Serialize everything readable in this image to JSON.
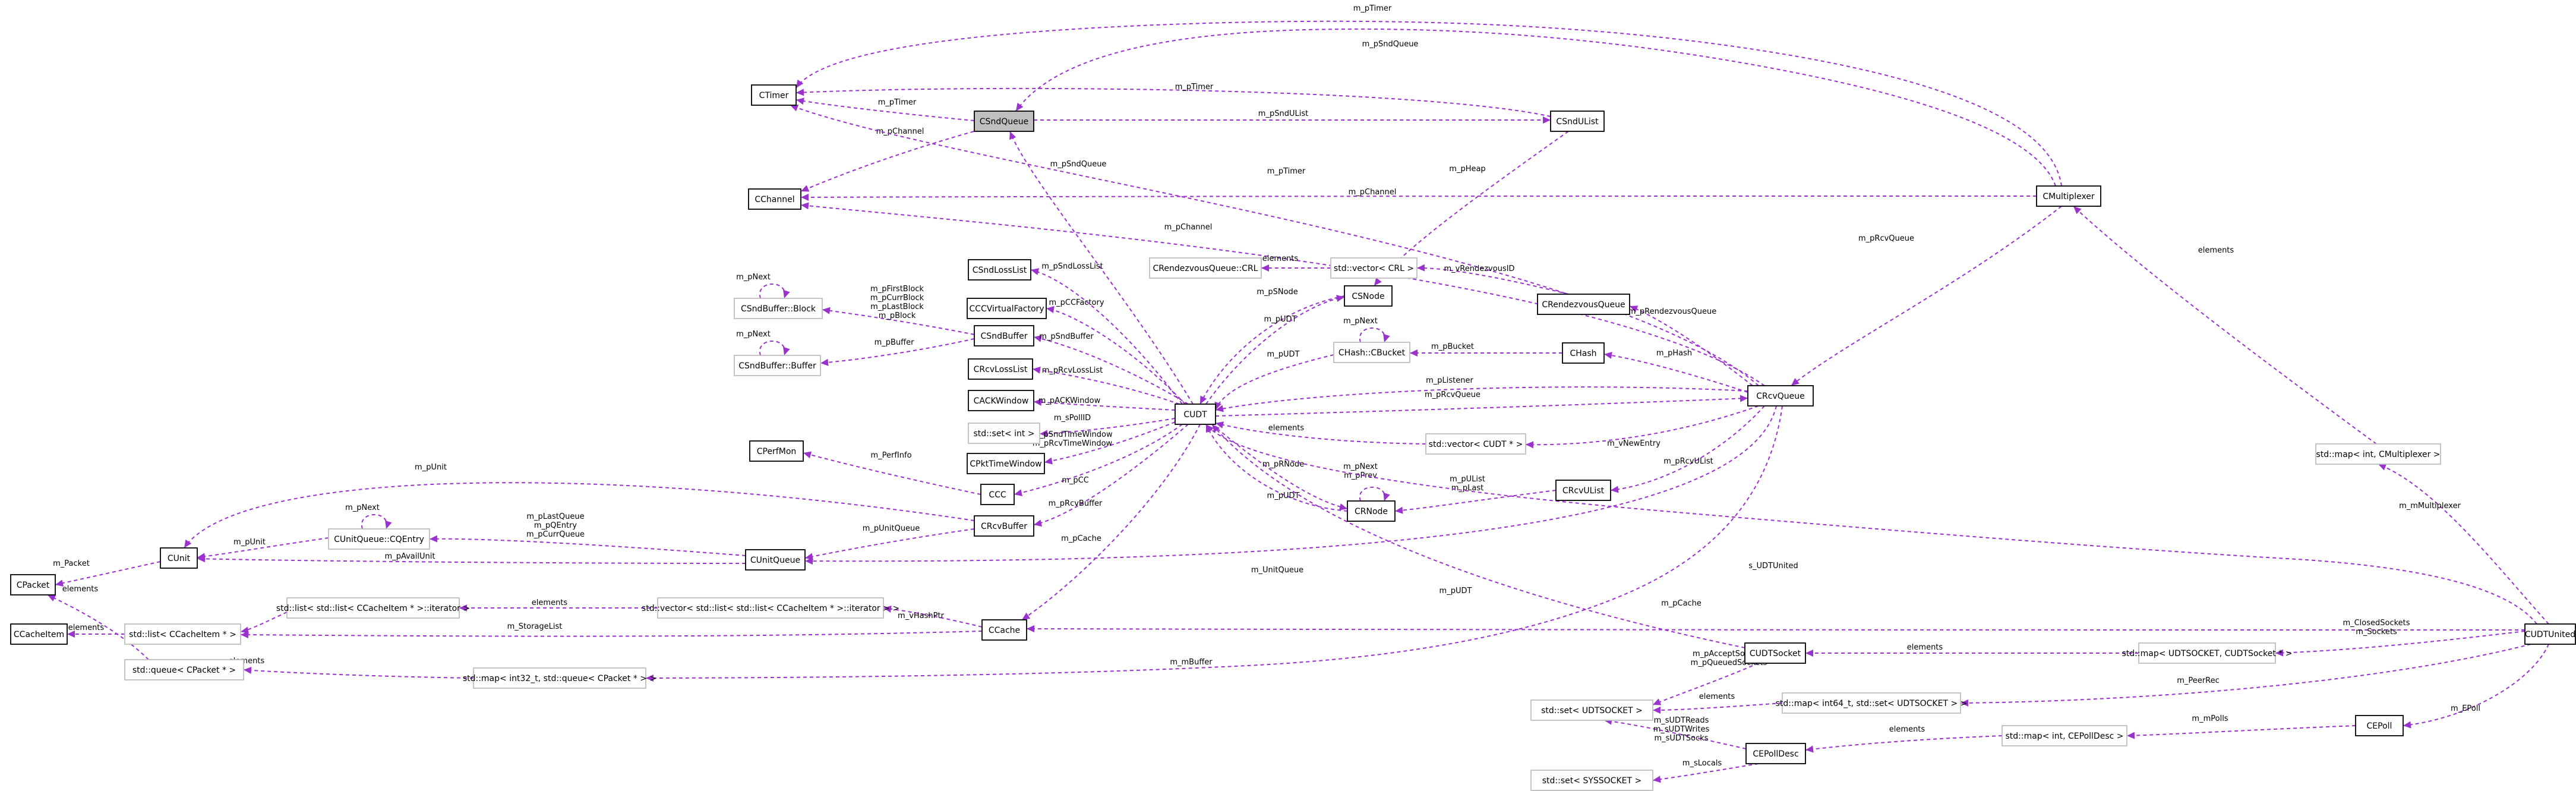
{
  "nodes": [
    {
      "id": "CTimer",
      "label": "CTimer",
      "style": "solid"
    },
    {
      "id": "CSndQueue",
      "label": "CSndQueue",
      "style": "highlight"
    },
    {
      "id": "CSndUList",
      "label": "CSndUList",
      "style": "solid"
    },
    {
      "id": "CChannel",
      "label": "CChannel",
      "style": "solid"
    },
    {
      "id": "CMultiplexer",
      "label": "CMultiplexer",
      "style": "solid"
    },
    {
      "id": "CSndLossList",
      "label": "CSndLossList",
      "style": "solid"
    },
    {
      "id": "RendezvousCRL",
      "label": "CRendezvousQueue::CRL",
      "style": "ghost"
    },
    {
      "id": "VectorCRL",
      "label": "std::vector< CRL >",
      "style": "ghost"
    },
    {
      "id": "CSNode",
      "label": "CSNode",
      "style": "solid"
    },
    {
      "id": "CRendezvousQueue",
      "label": "CRendezvousQueue",
      "style": "solid"
    },
    {
      "id": "CSndBlock",
      "label": "CSndBuffer::Block",
      "style": "ghost"
    },
    {
      "id": "CCCVirtualFactory",
      "label": "CCCVirtualFactory",
      "style": "solid"
    },
    {
      "id": "CSndBuffer",
      "label": "CSndBuffer",
      "style": "solid"
    },
    {
      "id": "CSndBufBuffer",
      "label": "CSndBuffer::Buffer",
      "style": "ghost"
    },
    {
      "id": "CHashBucket",
      "label": "CHash::CBucket",
      "style": "ghost"
    },
    {
      "id": "CHash",
      "label": "CHash",
      "style": "solid"
    },
    {
      "id": "CRcvLossList",
      "label": "CRcvLossList",
      "style": "solid"
    },
    {
      "id": "CUDT",
      "label": "CUDT",
      "style": "solid"
    },
    {
      "id": "CRcvQueue",
      "label": "CRcvQueue",
      "style": "solid"
    },
    {
      "id": "CACKWindow",
      "label": "CACKWindow",
      "style": "solid"
    },
    {
      "id": "SetInt",
      "label": "std::set< int >",
      "style": "ghost"
    },
    {
      "id": "VectorCUDT",
      "label": "std::vector< CUDT * >",
      "style": "ghost"
    },
    {
      "id": "CPerfMon",
      "label": "CPerfMon",
      "style": "solid"
    },
    {
      "id": "CPktTimeWindow",
      "label": "CPktTimeWindow",
      "style": "solid"
    },
    {
      "id": "MapIntMux",
      "label": "std::map< int, CMultiplexer >",
      "style": "ghost"
    },
    {
      "id": "CCC",
      "label": "CCC",
      "style": "solid"
    },
    {
      "id": "CRcvUList",
      "label": "CRcvUList",
      "style": "solid"
    },
    {
      "id": "CRNode",
      "label": "CRNode",
      "style": "solid"
    },
    {
      "id": "CUnitQueueCQEntry",
      "label": "CUnitQueue::CQEntry",
      "style": "ghost"
    },
    {
      "id": "CRcvBuffer",
      "label": "CRcvBuffer",
      "style": "solid"
    },
    {
      "id": "CUnit",
      "label": "CUnit",
      "style": "solid"
    },
    {
      "id": "CPacket",
      "label": "CPacket",
      "style": "solid"
    },
    {
      "id": "CUnitQueue",
      "label": "CUnitQueue",
      "style": "solid"
    },
    {
      "id": "ListIter",
      "label": "std::list< std::list< CCacheItem * >::iterator >",
      "style": "ghost"
    },
    {
      "id": "VectorListIter",
      "label": "std::vector< std::list< std::list< CCacheItem * >::iterator > >",
      "style": "ghost"
    },
    {
      "id": "CCacheItem",
      "label": "CCacheItem",
      "style": "solid"
    },
    {
      "id": "ListCCacheItem",
      "label": "std::list< CCacheItem * >",
      "style": "ghost"
    },
    {
      "id": "CCache",
      "label": "CCache",
      "style": "solid"
    },
    {
      "id": "CUDTUnited",
      "label": "CUDTUnited",
      "style": "solid"
    },
    {
      "id": "CUDTSocket",
      "label": "CUDTSocket",
      "style": "solid"
    },
    {
      "id": "MapUDTSOCKET",
      "label": "std::map< UDTSOCKET, CUDTSocket * >",
      "style": "ghost"
    },
    {
      "id": "QueuePacket",
      "label": "std::queue< CPacket * >",
      "style": "ghost"
    },
    {
      "id": "MapInt32Queue",
      "label": "std::map< int32_t, std::queue< CPacket * > >",
      "style": "ghost"
    },
    {
      "id": "SetUDTSOCKET",
      "label": "std::set< UDTSOCKET >",
      "style": "ghost"
    },
    {
      "id": "MapInt64Set",
      "label": "std::map< int64_t, std::set< UDTSOCKET > >",
      "style": "ghost"
    },
    {
      "id": "CEPoll",
      "label": "CEPoll",
      "style": "solid"
    },
    {
      "id": "MapIntCEPollDesc",
      "label": "std::map< int, CEPollDesc >",
      "style": "ghost"
    },
    {
      "id": "CEPollDesc",
      "label": "CEPollDesc",
      "style": "solid"
    },
    {
      "id": "SetSYSSOCKET",
      "label": "std::set< SYSSOCKET >",
      "style": "ghost"
    }
  ],
  "edges": [
    {
      "id": "e1",
      "from": "CMultiplexer",
      "to": "CTimer",
      "labels": [
        "m_pTimer"
      ]
    },
    {
      "id": "e2",
      "from": "CMultiplexer",
      "to": "CSndQueue",
      "labels": [
        "m_pSndQueue"
      ]
    },
    {
      "id": "e3",
      "from": "CSndQueue",
      "to": "CTimer",
      "labels": [
        "m_pTimer"
      ]
    },
    {
      "id": "e4",
      "from": "CSndUList",
      "to": "CTimer",
      "labels": [
        "m_pTimer"
      ]
    },
    {
      "id": "e5",
      "from": "CSndQueue",
      "to": "CSndUList",
      "labels": [
        "m_pSndUList"
      ]
    },
    {
      "id": "e6",
      "from": "CSndQueue",
      "to": "CChannel",
      "labels": [
        "m_pChannel"
      ]
    },
    {
      "id": "e7",
      "from": "CMultiplexer",
      "to": "CChannel",
      "labels": [
        "m_pChannel"
      ]
    },
    {
      "id": "e8",
      "from": "CRcvQueue",
      "to": "CTimer",
      "labels": [
        "m_pTimer"
      ]
    },
    {
      "id": "e9",
      "from": "CRcvQueue",
      "to": "CChannel",
      "labels": [
        "m_pChannel"
      ]
    },
    {
      "id": "e10",
      "from": "CUDT",
      "to": "CSndQueue",
      "labels": [
        "m_pSndQueue"
      ]
    },
    {
      "id": "e11",
      "from": "CSndUList",
      "to": "CSNode",
      "labels": [
        "m_pHeap"
      ]
    },
    {
      "id": "e12",
      "from": "CMultiplexer",
      "to": "CRcvQueue",
      "labels": [
        "m_pRcvQueue"
      ]
    },
    {
      "id": "e13",
      "from": "MapIntMux",
      "to": "CMultiplexer",
      "labels": [
        "elements"
      ]
    },
    {
      "id": "e14",
      "from": "CUDT",
      "to": "CSndLossList",
      "labels": [
        "m_pSndLossList"
      ]
    },
    {
      "id": "e15",
      "from": "VectorCRL",
      "to": "RendezvousCRL",
      "labels": [
        "elements"
      ]
    },
    {
      "id": "e16",
      "from": "CRendezvousQueue",
      "to": "VectorCRL",
      "labels": [
        "m_vRendezvousID"
      ]
    },
    {
      "id": "e17",
      "from": "CUDT",
      "to": "CCCVirtualFactory",
      "labels": [
        "m_pCCFactory"
      ]
    },
    {
      "id": "e18",
      "from": "CSNode",
      "to": "CUDT",
      "labels": [
        "m_pUDT"
      ]
    },
    {
      "id": "e19",
      "from": "CUDT",
      "to": "CSNode",
      "labels": [
        "m_pSNode"
      ]
    },
    {
      "id": "e20",
      "from": "CRcvQueue",
      "to": "CRendezvousQueue",
      "labels": [
        "m_pRendezvousQueue"
      ]
    },
    {
      "id": "e21",
      "from": "CSndBlock",
      "to": "CSndBlock",
      "labels": [
        "m_pNext"
      ]
    },
    {
      "id": "e22",
      "from": "CSndBuffer",
      "to": "CSndBlock",
      "labels": [
        "m_pFirstBlock",
        "m_pCurrBlock",
        "m_pLastBlock",
        "m_pBlock"
      ]
    },
    {
      "id": "e23",
      "from": "CSndBufBuffer",
      "to": "CSndBufBuffer",
      "labels": [
        "m_pNext"
      ]
    },
    {
      "id": "e24",
      "from": "CSndBuffer",
      "to": "CSndBufBuffer",
      "labels": [
        "m_pBuffer"
      ]
    },
    {
      "id": "e25",
      "from": "CUDT",
      "to": "CSndBuffer",
      "labels": [
        "m_pSndBuffer"
      ]
    },
    {
      "id": "e26",
      "from": "CHashBucket",
      "to": "CHashBucket",
      "labels": [
        "m_pNext"
      ]
    },
    {
      "id": "e27",
      "from": "CHashBucket",
      "to": "CUDT",
      "labels": [
        "m_pUDT"
      ]
    },
    {
      "id": "e28",
      "from": "CHash",
      "to": "CHashBucket",
      "labels": [
        "m_pBucket"
      ]
    },
    {
      "id": "e29",
      "from": "CRcvQueue",
      "to": "CHash",
      "labels": [
        "m_pHash"
      ]
    },
    {
      "id": "e30",
      "from": "CUDT",
      "to": "CRcvLossList",
      "labels": [
        "m_pRcvLossList"
      ]
    },
    {
      "id": "e31",
      "from": "CRcvQueue",
      "to": "CUDT",
      "labels": [
        "m_pListener"
      ]
    },
    {
      "id": "e32",
      "from": "CUDT",
      "to": "CRcvQueue",
      "labels": [
        "m_pRcvQueue"
      ]
    },
    {
      "id": "e33",
      "from": "CUDT",
      "to": "CACKWindow",
      "labels": [
        "m_pACKWindow"
      ]
    },
    {
      "id": "e34",
      "from": "VectorCUDT",
      "to": "CUDT",
      "labels": [
        "elements"
      ]
    },
    {
      "id": "e35",
      "from": "CRcvQueue",
      "to": "VectorCUDT",
      "labels": [
        "m_vNewEntry"
      ]
    },
    {
      "id": "e36",
      "from": "CUDT",
      "to": "SetInt",
      "labels": [
        "m_sPollID"
      ]
    },
    {
      "id": "e37",
      "from": "CUDT",
      "to": "CPktTimeWindow",
      "labels": [
        "m_pSndTimeWindow",
        "m_pRcvTimeWindow"
      ]
    },
    {
      "id": "e38",
      "from": "CCC",
      "to": "CPerfMon",
      "labels": [
        "m_PerfInfo"
      ]
    },
    {
      "id": "e39",
      "from": "CUDT",
      "to": "CCC",
      "labels": [
        "m_pCC"
      ]
    },
    {
      "id": "e40",
      "from": "CRNode",
      "to": "CRNode",
      "labels": [
        "m_pNext",
        "m_pPrev"
      ]
    },
    {
      "id": "e41",
      "from": "CRNode",
      "to": "CUDT",
      "labels": [
        "m_pUDT"
      ]
    },
    {
      "id": "e42",
      "from": "CUDT",
      "to": "CRNode",
      "labels": [
        "m_pRNode"
      ]
    },
    {
      "id": "e43",
      "from": "CRcvUList",
      "to": "CRNode",
      "labels": [
        "m_pUList",
        "m_pLast"
      ]
    },
    {
      "id": "e44",
      "from": "CRcvQueue",
      "to": "CRcvUList",
      "labels": [
        "m_pRcvUList"
      ]
    },
    {
      "id": "e45",
      "from": "CUDT",
      "to": "CRcvBuffer",
      "labels": [
        "m_pRcvBuffer"
      ]
    },
    {
      "id": "e46",
      "from": "CUnitQueueCQEntry",
      "to": "CUnitQueueCQEntry",
      "labels": [
        "m_pNext"
      ]
    },
    {
      "id": "e47",
      "from": "CUnitQueueCQEntry",
      "to": "CUnit",
      "labels": [
        "m_pUnit"
      ]
    },
    {
      "id": "e48",
      "from": "CUnitQueue",
      "to": "CUnitQueueCQEntry",
      "labels": [
        "m_pLastQueue",
        "m_pQEntry",
        "m_pCurrQueue"
      ]
    },
    {
      "id": "e49",
      "from": "CRcvBuffer",
      "to": "CUnit",
      "labels": [
        "m_pUnit"
      ]
    },
    {
      "id": "e50",
      "from": "CRcvBuffer",
      "to": "CUnitQueue",
      "labels": [
        "m_pUnitQueue"
      ]
    },
    {
      "id": "e51",
      "from": "CUnitQueue",
      "to": "CUnit",
      "labels": [
        "m_pAvailUnit"
      ]
    },
    {
      "id": "e52",
      "from": "CUnit",
      "to": "CPacket",
      "labels": [
        "m_Packet"
      ]
    },
    {
      "id": "e53",
      "from": "CRcvQueue",
      "to": "CUnitQueue",
      "labels": [
        "m_UnitQueue"
      ]
    },
    {
      "id": "e54",
      "from": "CUDTUnited",
      "to": "CUDT",
      "labels": [
        "s_UDTUnited"
      ]
    },
    {
      "id": "e55",
      "from": "CUDT",
      "to": "CCache",
      "labels": [
        "m_pCache"
      ]
    },
    {
      "id": "e56",
      "from": "CUDTUnited",
      "to": "CCache",
      "labels": [
        "m_pCache"
      ]
    },
    {
      "id": "e57",
      "from": "VectorListIter",
      "to": "ListIter",
      "labels": [
        "elements"
      ]
    },
    {
      "id": "e58",
      "from": "CCache",
      "to": "VectorListIter",
      "labels": [
        "m_vHashPtr"
      ]
    },
    {
      "id": "e59",
      "from": "ListIter",
      "to": "ListCCacheItem",
      "labels": []
    },
    {
      "id": "e60",
      "from": "CCache",
      "to": "ListCCacheItem",
      "labels": [
        "m_StorageList"
      ]
    },
    {
      "id": "e61",
      "from": "ListCCacheItem",
      "to": "CCacheItem",
      "labels": [
        "elements"
      ]
    },
    {
      "id": "e62",
      "from": "CUDTSocket",
      "to": "CUDT",
      "labels": [
        "m_pUDT"
      ]
    },
    {
      "id": "e63",
      "from": "MapUDTSOCKET",
      "to": "CUDTSocket",
      "labels": [
        "elements"
      ]
    },
    {
      "id": "e64",
      "from": "CUDTUnited",
      "to": "MapUDTSOCKET",
      "labels": [
        "m_ClosedSockets",
        "m_Sockets"
      ]
    },
    {
      "id": "e65",
      "from": "QueuePacket",
      "to": "CPacket",
      "labels": [
        "elements"
      ]
    },
    {
      "id": "e66",
      "from": "MapInt32Queue",
      "to": "QueuePacket",
      "labels": [
        "elements"
      ]
    },
    {
      "id": "e67",
      "from": "CRcvQueue",
      "to": "MapInt32Queue",
      "labels": [
        "m_mBuffer"
      ]
    },
    {
      "id": "e68",
      "from": "CUDTSocket",
      "to": "SetUDTSOCKET",
      "labels": [
        "m_pAcceptSockets",
        "m_pQueuedSockets"
      ]
    },
    {
      "id": "e69",
      "from": "MapInt64Set",
      "to": "SetUDTSOCKET",
      "labels": [
        "elements"
      ]
    },
    {
      "id": "e70",
      "from": "CUDTUnited",
      "to": "MapInt64Set",
      "labels": [
        "m_PeerRec"
      ]
    },
    {
      "id": "e71",
      "from": "CUDTUnited",
      "to": "MapIntMux",
      "labels": [
        "m_mMultiplexer"
      ]
    },
    {
      "id": "e72",
      "from": "CUDTUnited",
      "to": "CEPoll",
      "labels": [
        "m_EPoll"
      ]
    },
    {
      "id": "e73",
      "from": "CEPoll",
      "to": "MapIntCEPollDesc",
      "labels": [
        "m_mPolls"
      ]
    },
    {
      "id": "e74",
      "from": "MapIntCEPollDesc",
      "to": "CEPollDesc",
      "labels": [
        "elements"
      ]
    },
    {
      "id": "e75",
      "from": "CEPollDesc",
      "to": "SetUDTSOCKET",
      "labels": [
        "m_sUDTReads",
        "m_sUDTWrites",
        "m_sUDTSocks"
      ]
    },
    {
      "id": "e76",
      "from": "CEPollDesc",
      "to": "SetSYSSOCKET",
      "labels": [
        "m_sLocals"
      ]
    }
  ],
  "colors": {
    "edge": "#9a32cd",
    "solid_border": "#000000",
    "ghost_border": "#bfbfbf",
    "highlight_fill": "#bfbfbf"
  }
}
